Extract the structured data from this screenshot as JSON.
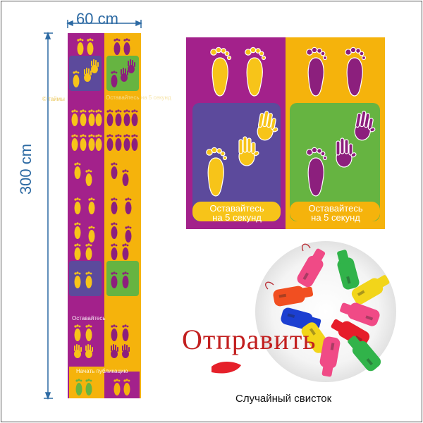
{
  "dimensions": {
    "width_label": "60 cm",
    "height_label": "300 cm"
  },
  "strip": {
    "label_top_left": "© таймы",
    "label_top_right": "Оставайтесь на 5 секунд",
    "label_mid": "Оставайтесь",
    "label_bottom": "Начать публикацию"
  },
  "panel": {
    "left_text": "Оставайтесь\nна 5 секунд",
    "right_text": "Оставайтесь\nна 5 секунд"
  },
  "overlay": {
    "send_text": "Отправить"
  },
  "product": {
    "caption": "Случайный свисток"
  },
  "colors": {
    "magenta": "#a3218b",
    "yellow": "#f5b30c",
    "purple": "#5c4a9c",
    "green": "#66b441",
    "foot_yellow": "#f7c419",
    "foot_purple": "#8c1f7d",
    "dim_blue": "#2d6aa3",
    "send_red": "#c21f1f"
  },
  "icons": [
    "footprint-icon",
    "handprint-icon",
    "whistle-icon"
  ]
}
